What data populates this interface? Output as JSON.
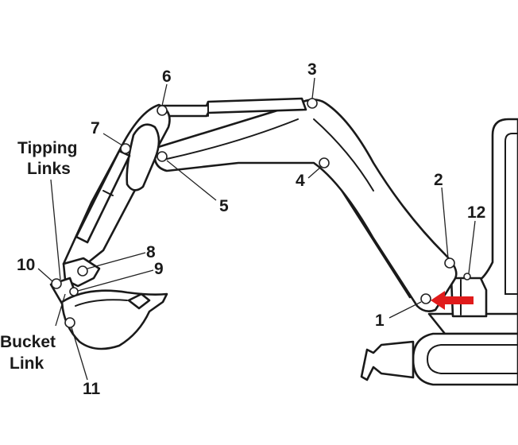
{
  "labels": {
    "pin_1": "1",
    "pin_2": "2",
    "pin_3": "3",
    "pin_4": "4",
    "pin_5": "5",
    "pin_6": "6",
    "pin_7": "7",
    "pin_8": "8",
    "pin_9": "9",
    "pin_10": "10",
    "pin_11": "11",
    "pin_12": "12",
    "tipping_links_line1": "Tipping",
    "tipping_links_line2": "Links",
    "bucket_link_line1": "Bucket",
    "bucket_link_line2": "Link"
  },
  "colors": {
    "arrow": "#e01b1b",
    "outline": "#1a1a1a"
  }
}
